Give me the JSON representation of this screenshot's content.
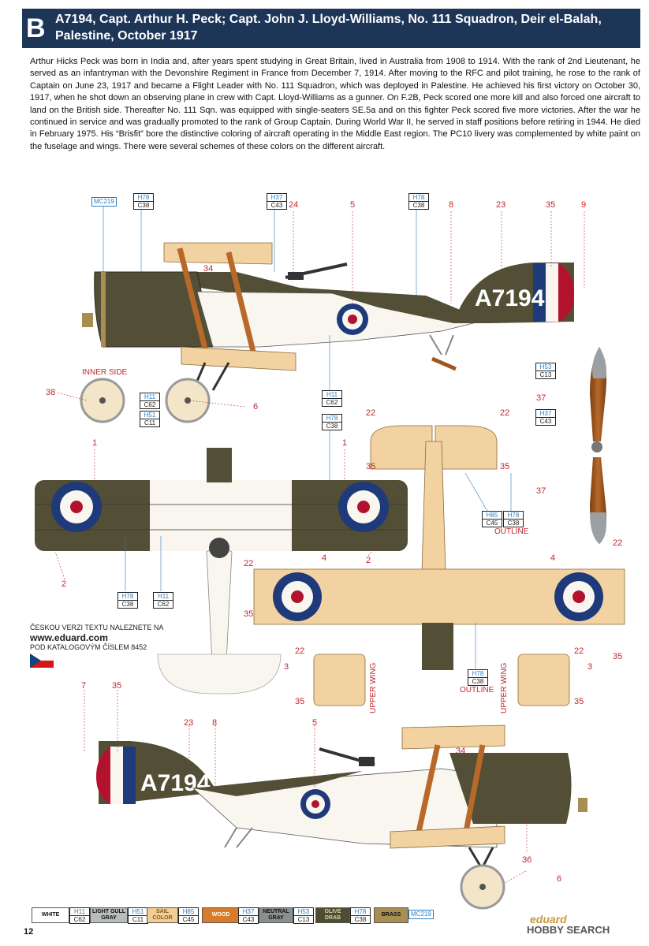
{
  "header": {
    "letter": "B",
    "title": "A7194, Capt. Arthur H. Peck; Capt. John J. Lloyd-Williams, No. 111 Squadron, Deir el-Balah, Palestine, October 1917"
  },
  "bio": "Arthur Hicks Peck was born in India and, after years spent studying in Great Britain, lived in Australia from 1908 to 1914. With the rank of 2nd Lieutenant, he served as an infantryman with the Devonshire Regiment in France from December 7, 1914. After moving to the RFC and pilot training, he rose to the rank of Captain on June 23, 1917 and became a Flight Leader with No. 111 Squadron, which was deployed in Palestine. He achieved his first victory on October 30, 1917, when he shot down an observing plane in crew with Capt. Lloyd-Williams as a gunner. On F.2B, Peck scored one more kill and also forced one aircraft to land on the British side. Thereafter No. 111 Sqn. was equipped with single-seaters SE.5a and on this fighter Peck scored five more victories. After the war he continued in service and was gradually promoted to the rank of Group Captain. During World War II, he served in staff positions before retiring in 1944. He died in February 1975. His “Brisfit” bore the distinctive coloring of aircraft operating in the Middle East region. The PC10 livery was complemented by white paint on the fuselage and wings. There were several schemes of these colors on the different aircraft.",
  "serial": "A7194",
  "codes": {
    "mc219": "MC219",
    "h78": "H78",
    "c38": "C38",
    "h37": "H37",
    "c43": "C43",
    "h11": "H11",
    "c62": "C62",
    "h51": "H51",
    "c11": "C11",
    "h53": "H53",
    "c13": "C13",
    "h85": "H85",
    "c45": "C45"
  },
  "callouts": {
    "n1": "1",
    "n2": "2",
    "n3": "3",
    "n4": "4",
    "n5": "5",
    "n6": "6",
    "n7": "7",
    "n8": "8",
    "n9": "9",
    "n22": "22",
    "n23": "23",
    "n24": "24",
    "n34": "34",
    "n35": "35",
    "n36": "36",
    "n37": "37",
    "n38": "38"
  },
  "labels": {
    "inner_side": "INNER SIDE",
    "outline": "OUTLINE",
    "upper_wing": "UPPER WING"
  },
  "note": {
    "line1": "ČESKOU VERZI TEXTU NALEZNETE NA",
    "url": "www.eduard.com",
    "line3": "POD KATALOGOVÝM ČÍSLEM 8452"
  },
  "legend": [
    {
      "name": "WHITE",
      "h": "H11",
      "c": "C62",
      "color": "#ffffff",
      "text": "#111111"
    },
    {
      "name": "LIGHT GULL GRAY",
      "h": "H51",
      "c": "C11",
      "color": "#b9bcbd",
      "text": "#111111"
    },
    {
      "name": "SAIL COLOR",
      "h": "H85",
      "c": "C45",
      "color": "#f2cd96",
      "text": "#8a5a1a"
    },
    {
      "name": "WOOD",
      "h": "H37",
      "c": "C43",
      "color": "#d97b2a",
      "text": "#ffffff"
    },
    {
      "name": "NEUTRAL GRAY",
      "h": "H53",
      "c": "C13",
      "color": "#8c8f90",
      "text": "#111111"
    },
    {
      "name": "OLIVE DRAB",
      "h": "H78",
      "c": "C38",
      "color": "#4f4c34",
      "text": "#d8d0a0"
    },
    {
      "name": "BRASS",
      "h": "",
      "c": "MC219",
      "color": "#a98e52",
      "text": "#111111"
    }
  ],
  "colors": {
    "header_bg": "#1d3557",
    "olive": "#524f36",
    "sail": "#f3d2a1",
    "white": "#f8f6ef",
    "roundel_blue": "#1f3a7a",
    "roundel_red": "#b3122e",
    "callout_red": "#c1272d",
    "code_blue": "#2a7fc4",
    "wood": "#a0561f"
  },
  "page_number": "12",
  "brand": {
    "eduard": "eduard",
    "hobby": "HOBBY SEARCH"
  }
}
